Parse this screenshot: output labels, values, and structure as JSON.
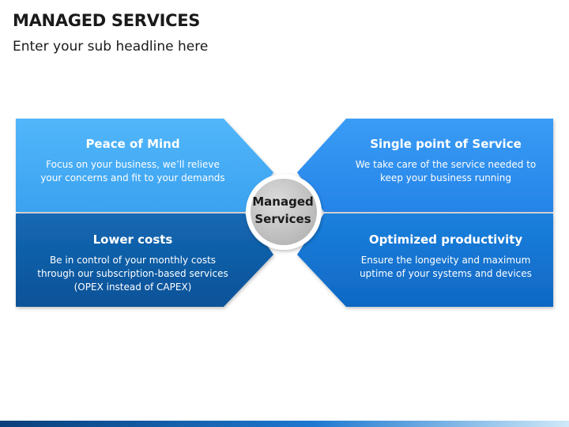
{
  "slide": {
    "title": "MANAGED SERVICES",
    "subtitle": "Enter your sub headline here"
  },
  "center": {
    "line1": "Managed",
    "line2": "Services"
  },
  "quadrants": {
    "top_left": {
      "title": "Peace of Mind",
      "description": "Focus on your business, we’ll relieve your concerns and fit to your demands",
      "color": "#3fa9f5"
    },
    "top_right": {
      "title": "Single point of Service",
      "description": "We take care of the service needed to keep your business running",
      "color": "#2b8fef"
    },
    "bottom_left": {
      "title": "Lower costs",
      "description": "Be in control of your monthly costs through our subscription-based services (OPEX instead of CAPEX)",
      "color": "#0e5fa8"
    },
    "bottom_right": {
      "title": "Optimized productivity",
      "description": "Ensure the longevity and maximum uptime of your systems and devices",
      "color": "#1577d6"
    }
  },
  "colors": {
    "center_circle": "#c4c4c4",
    "center_ring": "#ffffff",
    "bottom_bar_left": "#0a3f7a",
    "bottom_bar_right": "#bfe3f7"
  }
}
